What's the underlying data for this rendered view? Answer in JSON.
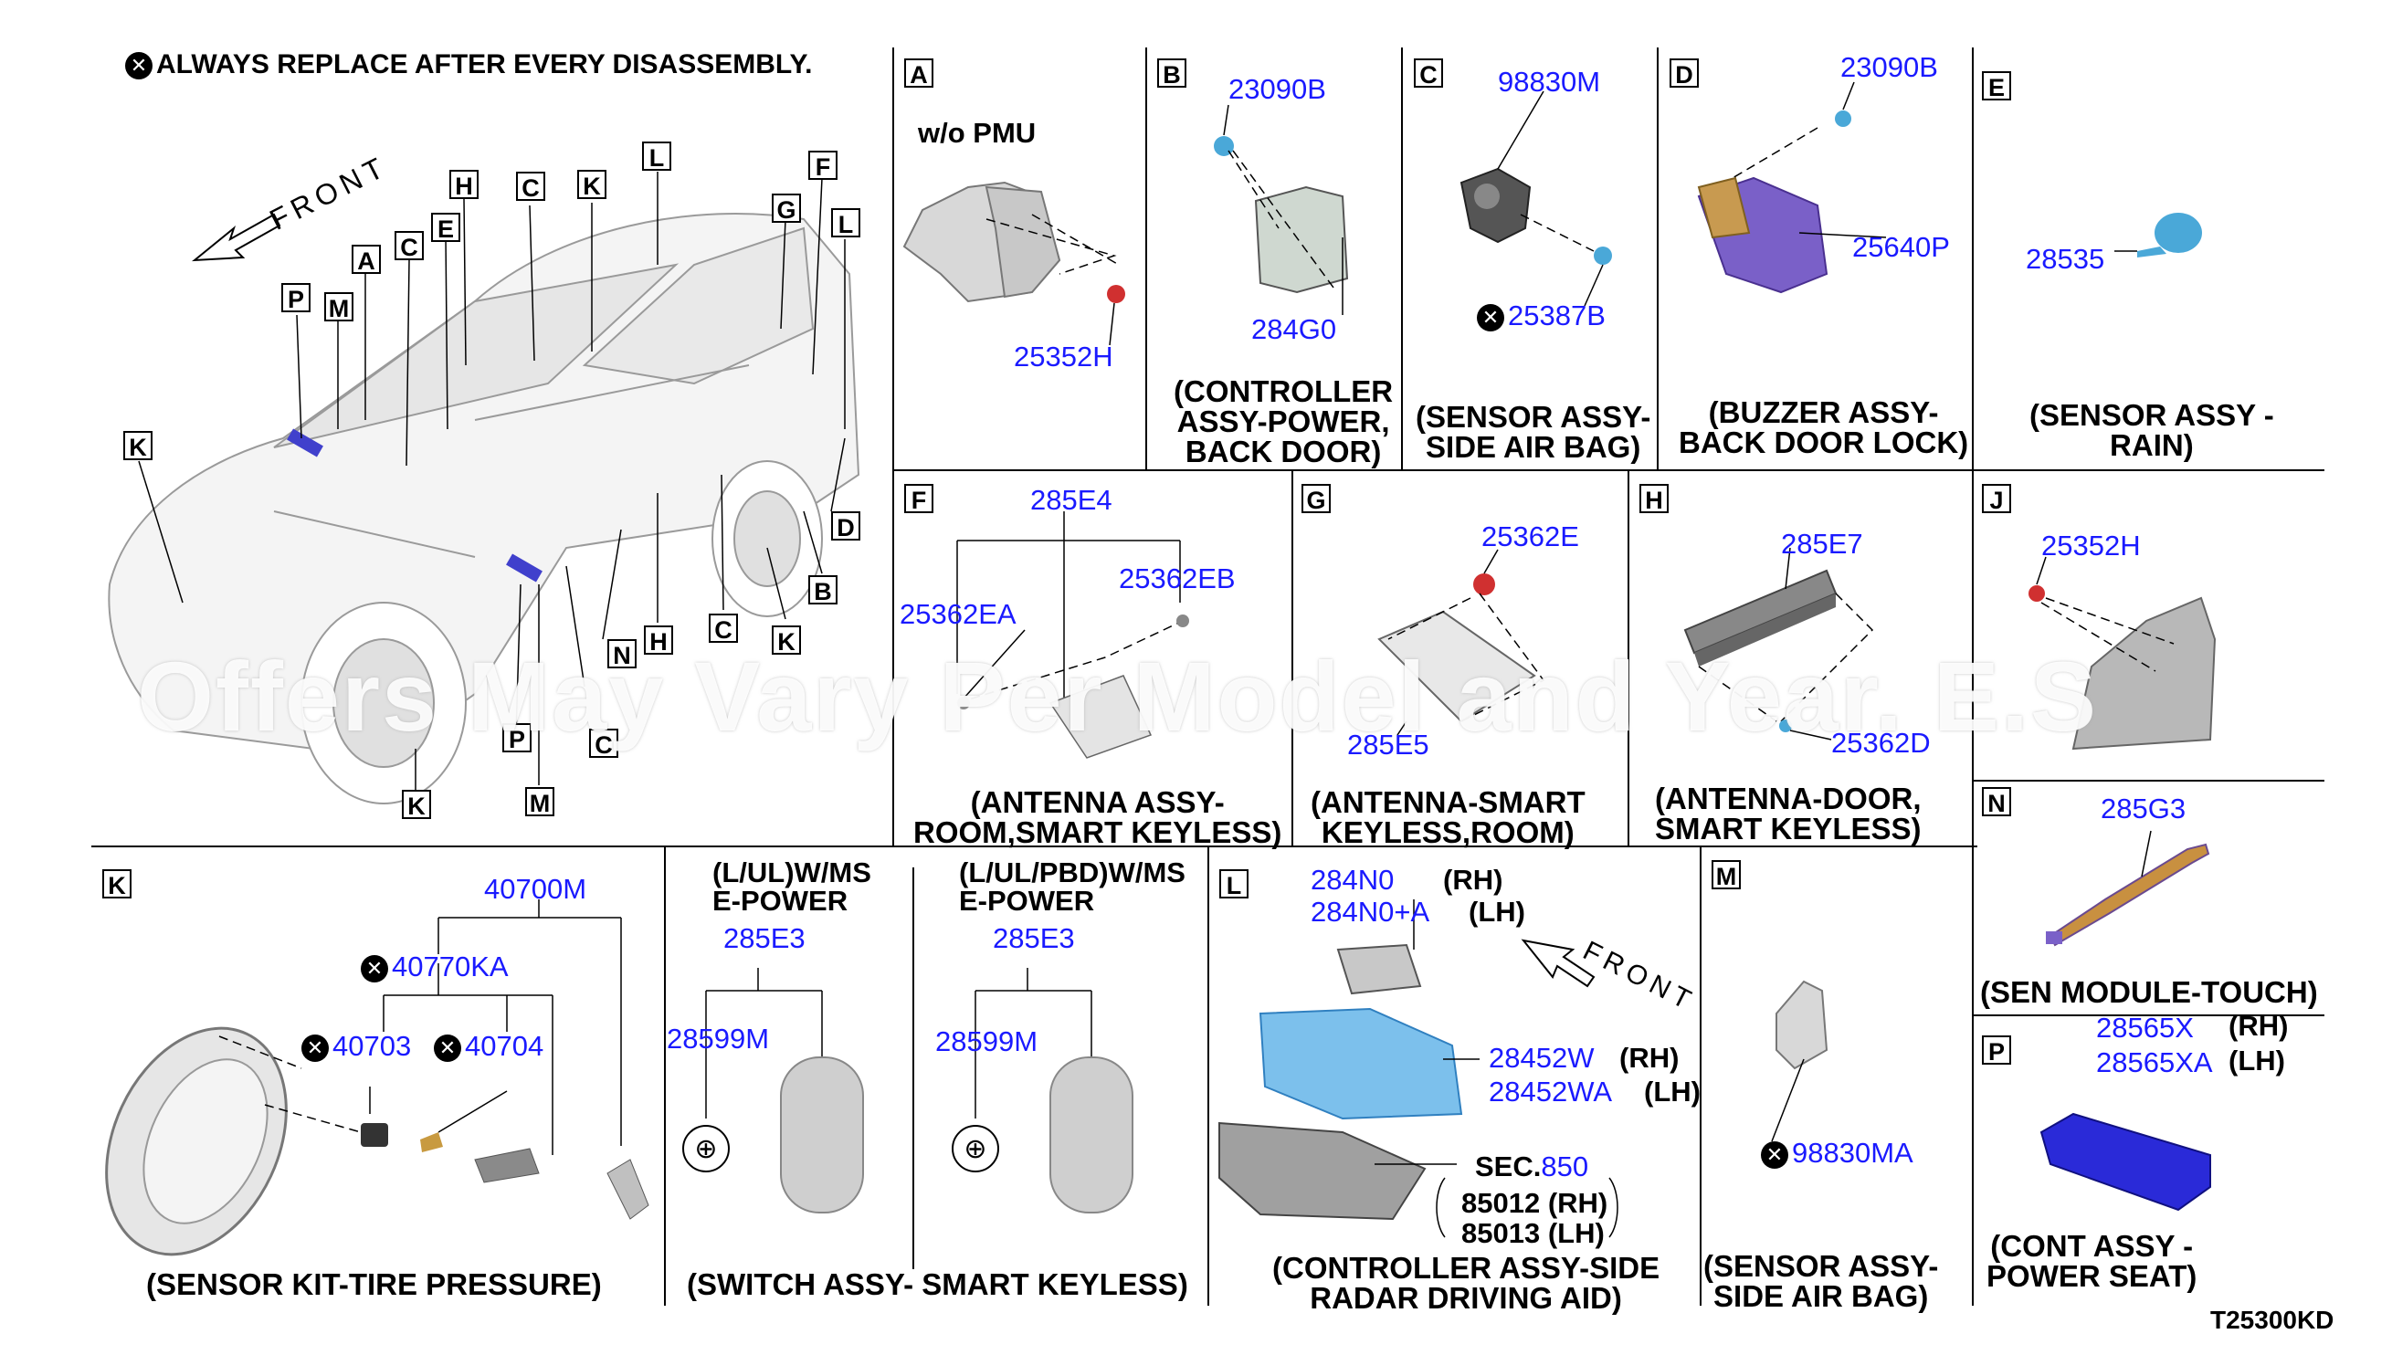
{
  "header": {
    "note": "ALWAYS REPLACE AFTER EVERY DISASSEMBLY.",
    "front_label": "FRONT",
    "diagram_code": "T25300KD"
  },
  "overview_callouts": [
    "A",
    "B",
    "C",
    "C",
    "C",
    "C",
    "D",
    "E",
    "F",
    "G",
    "H",
    "H",
    "K",
    "K",
    "K",
    "K",
    "L",
    "L",
    "M",
    "M",
    "N",
    "P",
    "P"
  ],
  "panels": {
    "A": {
      "letter": "A",
      "sub": "w/o PMU",
      "parts": [
        "25352H"
      ]
    },
    "B": {
      "letter": "B",
      "parts": [
        "23090B",
        "284G0"
      ],
      "caption": [
        "(CONTROLLER",
        "ASSY-POWER,",
        "BACK DOOR)"
      ]
    },
    "C": {
      "letter": "C",
      "parts": [
        "98830M",
        "25387B"
      ],
      "caption": [
        "(SENSOR ASSY-",
        "SIDE AIR BAG)"
      ]
    },
    "D": {
      "letter": "D",
      "parts": [
        "23090B",
        "25640P"
      ],
      "caption": [
        "(BUZZER ASSY-",
        "BACK DOOR LOCK)"
      ]
    },
    "E": {
      "letter": "E",
      "parts": [
        "28535"
      ],
      "caption": [
        "(SENSOR ASSY -",
        "RAIN)"
      ]
    },
    "F": {
      "letter": "F",
      "parts": [
        "285E4",
        "25362EA",
        "25362EB"
      ],
      "caption": [
        "(ANTENNA ASSY-",
        "ROOM,SMART KEYLESS)"
      ]
    },
    "G": {
      "letter": "G",
      "parts": [
        "25362E",
        "285E5"
      ],
      "caption": [
        "(ANTENNA-SMART",
        "KEYLESS,ROOM)"
      ]
    },
    "H": {
      "letter": "H",
      "parts": [
        "285E7",
        "25362D"
      ],
      "caption": [
        "(ANTENNA-DOOR,",
        "SMART KEYLESS)"
      ]
    },
    "J": {
      "letter": "J",
      "parts": [
        "25352H"
      ]
    },
    "N": {
      "letter": "N",
      "parts": [
        "285G3"
      ],
      "caption": [
        "(SEN MODULE-TOUCH)"
      ]
    },
    "K": {
      "letter": "K",
      "parts": [
        "40700M",
        "40770KA",
        "40703",
        "40704"
      ],
      "caption": [
        "(SENSOR KIT-TIRE PRESSURE)"
      ]
    },
    "SW": {
      "cond1": [
        "(L/UL)W/MS",
        "E-POWER"
      ],
      "cond2": [
        "(L/UL/PBD)W/MS",
        "E-POWER"
      ],
      "parts": [
        "285E3",
        "28599M",
        "285E3",
        "28599M"
      ],
      "caption": [
        "(SWITCH ASSY- SMART KEYLESS)"
      ]
    },
    "L": {
      "letter": "L",
      "p1": "284N0",
      "p1s": "(RH)",
      "p2": "284N0+A",
      "p2s": "(LH)",
      "p3": "28452W",
      "p3s": "(RH)",
      "p4": "28452WA",
      "p4s": "(LH)",
      "sec": "SEC.",
      "secnum": "850",
      "s1": "85012 (RH)",
      "s2": "85013 (LH)",
      "front": "FRONT",
      "caption": [
        "(CONTROLLER ASSY-SIDE",
        "RADAR DRIVING AID)"
      ]
    },
    "M": {
      "letter": "M",
      "parts": [
        "98830MA"
      ],
      "caption": [
        "(SENSOR ASSY-",
        "SIDE AIR BAG)"
      ]
    },
    "P": {
      "letter": "P",
      "p1": "28565X",
      "p1s": "(RH)",
      "p2": "28565XA",
      "p2s": "(LH)",
      "caption": [
        "(CONT ASSY -",
        "POWER SEAT)"
      ]
    }
  },
  "watermark": "Offers May Vary Per Model and Year. E.S",
  "colors": {
    "part_number": "#1a1aff",
    "line": "#000000",
    "sensor_blue": "#4aa8d8",
    "accent_red": "#d03030"
  }
}
